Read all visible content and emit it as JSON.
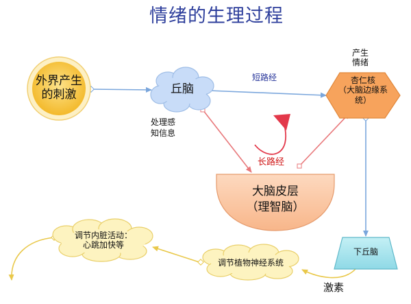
{
  "title": "情绪的生理过程",
  "nodes": {
    "stimulus": [
      "外界产生",
      "的刺激"
    ],
    "thalamus": "丘脑",
    "amygdala": [
      "杏仁核",
      "（大脑边缘系",
      "统）"
    ],
    "cortex": [
      "大脑皮层",
      "（理智脑）"
    ],
    "hypothalamus": "下丘脑",
    "autonomic": "调节植物神经系统",
    "organs": [
      "调节内脏活动：",
      "心跳加快等"
    ]
  },
  "labels": {
    "short_path": "短路经",
    "long_path": "长路经",
    "produce_emotion": [
      "产生",
      "情绪"
    ],
    "process_info": [
      "处理感",
      "知信息"
    ],
    "hormone": "激素"
  },
  "colors": {
    "title": "#2e3f9c",
    "stimulus_fill": "#f6c23c",
    "thalamus_fill": "#c8dcf8",
    "amygdala_fill": "#f7a35c",
    "cortex_fill": "#fbc9a6",
    "hypothalamus_fill": "#a4e4ee",
    "cloud_fill": "#fdf3c0",
    "blue_arrow": "#7aa6dc",
    "red_arrow": "#e8777a",
    "accent_red": "#e3384a"
  }
}
